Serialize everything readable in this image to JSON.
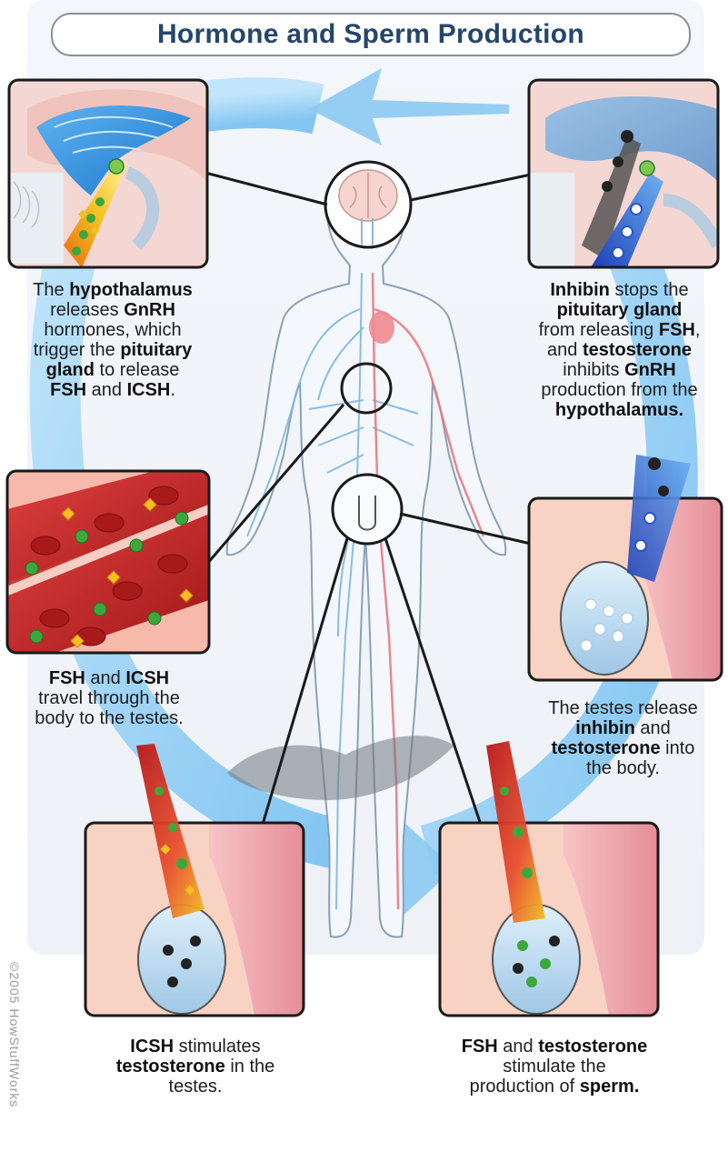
{
  "title": "Hormone and Sperm Production",
  "copyright": "©2005 HowStuffWorks",
  "captions": {
    "hypothalamus": [
      [
        {
          "t": "The "
        },
        {
          "t": "hypothalamus",
          "b": true
        }
      ],
      [
        {
          "t": "releases "
        },
        {
          "t": "GnRH",
          "b": true
        }
      ],
      [
        {
          "t": "hormones, which"
        }
      ],
      [
        {
          "t": "trigger the "
        },
        {
          "t": "pituitary",
          "b": true
        }
      ],
      [
        {
          "t": "gland",
          "b": true
        },
        {
          "t": " to release"
        }
      ],
      [
        {
          "t": "FSH",
          "b": true
        },
        {
          "t": " and "
        },
        {
          "t": "ICSH",
          "b": true
        },
        {
          "t": "."
        }
      ]
    ],
    "inhibin": [
      [
        {
          "t": "Inhibin",
          "b": true
        },
        {
          "t": " stops the"
        }
      ],
      [
        {
          "t": "pituitary gland",
          "b": true
        }
      ],
      [
        {
          "t": "from releasing "
        },
        {
          "t": "FSH",
          "b": true
        },
        {
          "t": ","
        }
      ],
      [
        {
          "t": "and "
        },
        {
          "t": "testosterone",
          "b": true
        }
      ],
      [
        {
          "t": "inhibits "
        },
        {
          "t": "GnRH",
          "b": true
        }
      ],
      [
        {
          "t": "production from the"
        }
      ],
      [
        {
          "t": "hypothalamus.",
          "b": true
        }
      ]
    ],
    "travel": [
      [
        {
          "t": "FSH",
          "b": true
        },
        {
          "t": " and "
        },
        {
          "t": "ICSH",
          "b": true
        }
      ],
      [
        {
          "t": "travel through the"
        }
      ],
      [
        {
          "t": "body to the testes."
        }
      ]
    ],
    "testes_release": [
      [
        {
          "t": "The testes release"
        }
      ],
      [
        {
          "t": "inhibin",
          "b": true
        },
        {
          "t": " and"
        }
      ],
      [
        {
          "t": "testosterone",
          "b": true
        },
        {
          "t": " into"
        }
      ],
      [
        {
          "t": "the body."
        }
      ]
    ],
    "icsh": [
      [
        {
          "t": "ICSH",
          "b": true
        },
        {
          "t": " stimulates"
        }
      ],
      [
        {
          "t": "testosterone",
          "b": true
        },
        {
          "t": " in the"
        }
      ],
      [
        {
          "t": "testes."
        }
      ]
    ],
    "fsh_test": [
      [
        {
          "t": "FSH",
          "b": true
        },
        {
          "t": " and "
        },
        {
          "t": "testosterone",
          "b": true
        }
      ],
      [
        {
          "t": "stimulate the"
        }
      ],
      [
        {
          "t": "production of "
        },
        {
          "t": "sperm.",
          "b": true
        }
      ]
    ]
  },
  "colors": {
    "title_text": "#24466b",
    "cycle_arrow": "#8ccaf2",
    "panel_border": "#1a1a1a",
    "blood": "#c9282a",
    "hormone_green": "#3ca83c",
    "hormone_orange": "#f0a020",
    "testosterone_blue": "#2a55c8",
    "skin": "#f2b79c"
  },
  "icons": [
    "brain-icon",
    "heart-icon",
    "testes-icon"
  ]
}
